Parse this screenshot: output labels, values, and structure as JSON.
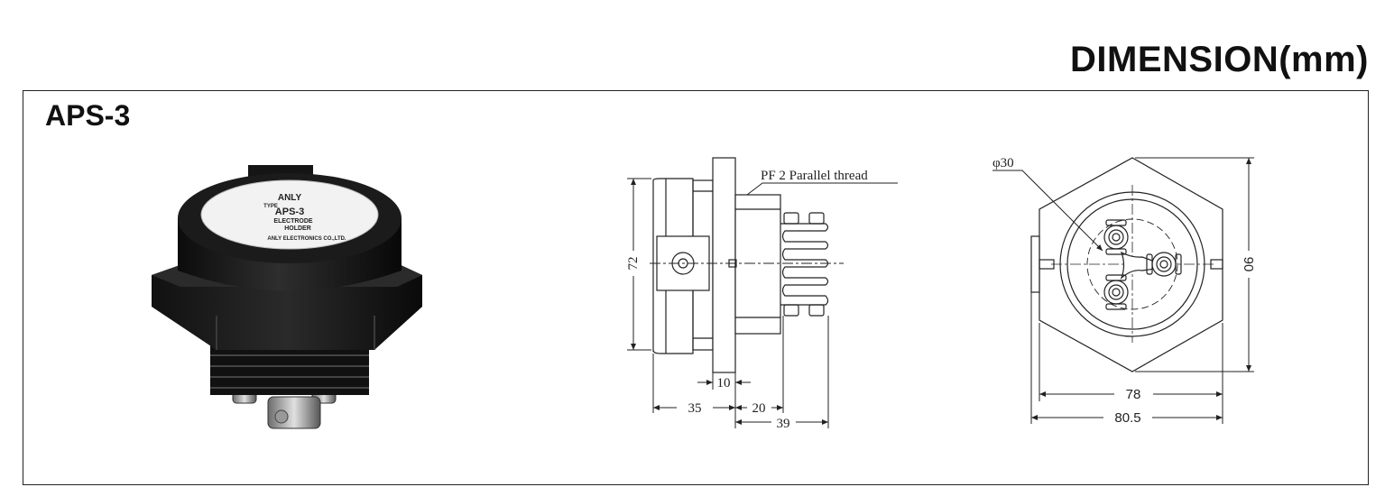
{
  "header": {
    "title": "DIMENSION(mm)"
  },
  "product": {
    "model": "APS-3",
    "label_lines": [
      "ANLY",
      "TYPE",
      "APS-3",
      "ELECTRODE",
      "HOLDER",
      "ANLY ELECTRONICS CO.,LTD."
    ]
  },
  "side_view": {
    "thread_note": "PF 2 Parallel thread",
    "dims": {
      "height": "72",
      "d10": "10",
      "d35": "35",
      "d20": "20",
      "d39": "39"
    }
  },
  "front_view": {
    "diameter": "φ30",
    "dims": {
      "height": "90",
      "width": "78",
      "overall": "80.5"
    }
  }
}
